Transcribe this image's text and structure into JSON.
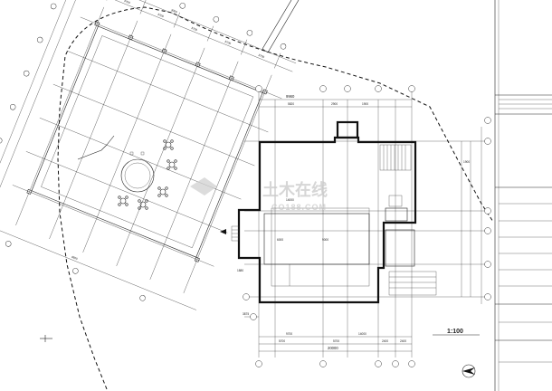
{
  "drawing": {
    "scale_label": "1:100",
    "watermark": {
      "brand": "土木在线",
      "site": "CO188.COM"
    },
    "dims": {
      "top_outer": "9960",
      "top_inner": [
        "5820",
        "2900",
        "1900"
      ],
      "bottom_outer": "20000",
      "bottom_mid": [
        "9700",
        "14000"
      ],
      "bottom_parts": [
        "5700",
        "5700",
        "2400",
        "2400"
      ],
      "hall_width": "9000",
      "hall_left": "6000",
      "hall_height": "14000",
      "left_small": "1880",
      "right_upper": "1900",
      "left_bottom": "3875"
    }
  }
}
